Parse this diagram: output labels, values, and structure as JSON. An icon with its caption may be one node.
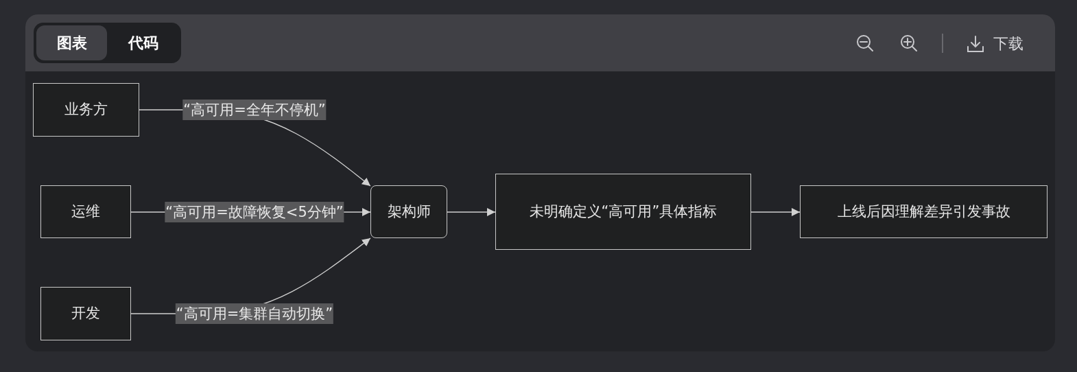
{
  "diagram": {
    "nodes": [
      {
        "text": [
          "业务方"
        ]
      },
      {
        "text": [
          "运维"
        ]
      },
      {
        "text": [
          "开发"
        ]
      },
      {
        "text": [
          "架构师"
        ]
      },
      {
        "text": [
          "未明确定义“高可用”具体指标"
        ]
      },
      {
        "text": [
          "上线后因理解差异引发事故"
        ]
      }
    ],
    "edges": [
      {
        "from": 0,
        "to": 3,
        "arrow": "to",
        "label": "“高可用=全年不停机”"
      },
      {
        "from": 1,
        "to": 3,
        "arrow": "to",
        "label": "“高可用=故障恢复<5分钟”"
      },
      {
        "from": 2,
        "to": 3,
        "arrow": "to",
        "label": "“高可用=集群自动切换”"
      },
      {
        "from": 3,
        "to": 4,
        "arrow": "to"
      },
      {
        "from": 4,
        "to": 5,
        "arrow": "to"
      }
    ],
    "labels": [
      "图表",
      "代码",
      "下载"
    ]
  }
}
